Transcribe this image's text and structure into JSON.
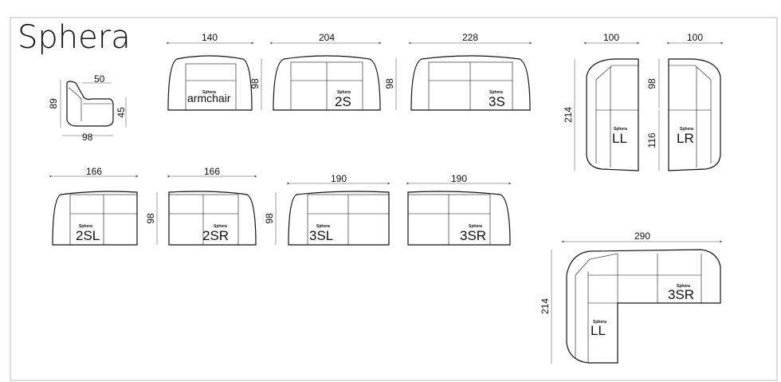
{
  "title": "Sphera",
  "brand_stamp": "Sphera",
  "side_view": {
    "seat_width": "50",
    "height": "89",
    "seat_height": "45",
    "depth": "98"
  },
  "armchair": {
    "width": "140",
    "depth": "98",
    "label": "armchair"
  },
  "sofa_2s": {
    "width": "204",
    "depth": "98",
    "label": "2S"
  },
  "sofa_3s": {
    "width": "228",
    "label": "3S"
  },
  "corner_ll": {
    "width": "100",
    "length": "214",
    "label": "LL"
  },
  "corner_lr": {
    "width": "100",
    "back": "98",
    "seat": "116",
    "label": "LR"
  },
  "module_2sl": {
    "width": "166",
    "label": "2SL"
  },
  "module_2sr": {
    "width": "166",
    "depth": "98",
    "label": "2SR"
  },
  "module_3sl": {
    "width": "190",
    "depth": "98",
    "label": "3SL"
  },
  "module_3sr": {
    "width": "190",
    "label": "3SR"
  },
  "corner_set": {
    "width": "290",
    "length": "214",
    "label_right": "3SR",
    "label_left": "LL"
  }
}
